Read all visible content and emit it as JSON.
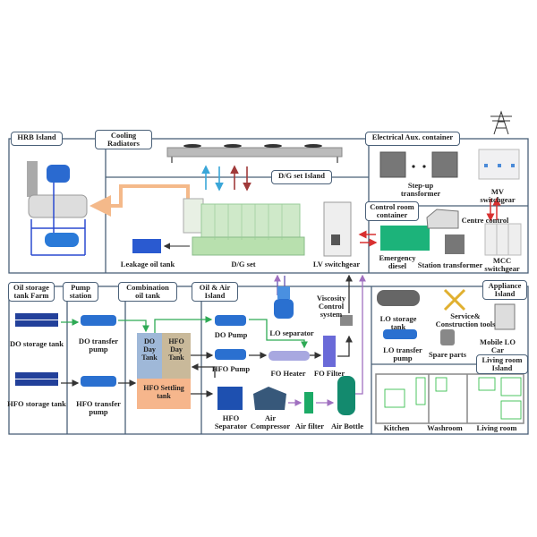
{
  "sections": {
    "hrb_island": "HRB Island",
    "cooling_radiators": "Cooling\nRadiators",
    "dg_set_island": "D/G set Island",
    "electrical_aux": "Electrical Aux. container",
    "control_room": "Control room\ncontainer",
    "oil_storage": "Oil storage\ntank Farm",
    "pump_station": "Pump\nstation",
    "combination_oil": "Combination\noil tank",
    "oil_air": "Oil & Air\nIsland",
    "appliance": "Appliance\nIsland",
    "living_room": "Living room\nIsland"
  },
  "equipment": {
    "leakage_oil_tank": "Leakage oil tank",
    "dg_set": "D/G set",
    "lv_switchgear": "LV switchgear",
    "step_up_transformer": "Step-up\ntransformer",
    "mv_switchgear": "MV switchgear",
    "centre_control": "Centre control",
    "emergency_diesel": "Emergency\ndiesel",
    "station_transformer": "Station transformer",
    "mcc_switchgear": "MCC switchgear",
    "do_storage_tank": "DO storage tank",
    "hfo_storage_tank": "HFO storage tank",
    "do_transfer_pump": "DO transfer\npump",
    "hfo_transfer_pump": "HFO transfer\npump",
    "do_day_tank": "DO\nDay\nTank",
    "hfo_day_tank": "HFO\nDay\nTank",
    "hfo_settling_tank": "HFO Settling\ntank",
    "do_pump": "DO Pump",
    "hfo_pump": "HFO Pump",
    "lo_separator": "LO separator",
    "viscosity_control": "Viscosity\nControl\nsystem",
    "fo_heater": "FO Heater",
    "fo_filter": "FO Filter",
    "hfo_separator": "HFO\nSeparator",
    "air_compressor": "Air\nCompressor",
    "air_filter": "Air filter",
    "air_bottle": "Air Bottle",
    "lo_storage_tank": "LO storage\ntank",
    "lo_transfer_pump": "LO transfer\npump",
    "service_tools": "Service&\nConstruction tools",
    "spare_parts": "Spare parts",
    "mobile_lo_car": "Mobile LO Car",
    "kitchen": "Kitchen",
    "washroom": "Washroom",
    "living_room": "Living room"
  },
  "colors": {
    "frame": "#4a6078",
    "do_line": "#2eaa55",
    "air_line": "#a070c0",
    "cooling_cold": "#3aa6d8",
    "cooling_hot": "#a03a3a",
    "electric": "#d83030",
    "exhaust": "#f4b98a",
    "do_day_tank": "#9fb8d8",
    "hfo_day_tank": "#c9b99a",
    "hfo_settling_tank": "#f6b68c"
  }
}
